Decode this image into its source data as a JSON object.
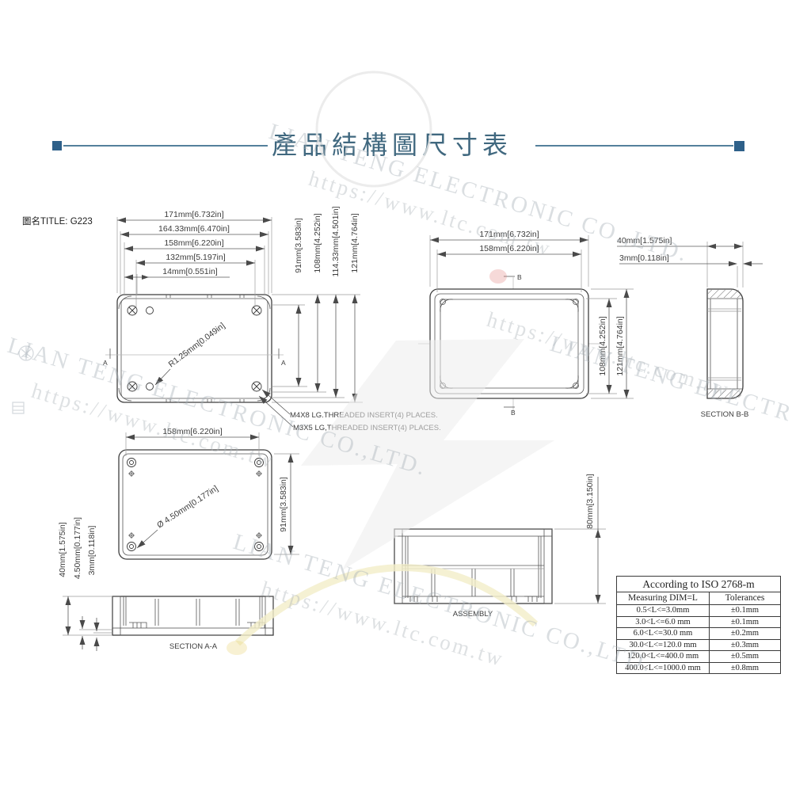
{
  "page_title": "產品結構圖尺寸表",
  "drawing_no": "圖名TITLE: G223",
  "watermark": {
    "company": "LIAN TENG ELECTRONIC CO.,LTD.",
    "url": "https://www.ltc.com.tw"
  },
  "top_view": {
    "h_dims": [
      "171mm[6.732in]",
      "164.33mm[6.470in]",
      "158mm[6.220in]",
      "132mm[5.197in]",
      "14mm[0.551in]"
    ],
    "v_dims": [
      "91mm[3.583in]",
      "108mm[4.252in]",
      "114.33mm[4.501in]",
      "121mm[4.764in]"
    ],
    "radius_note": "R1.25mm[0.049in]",
    "marker": "A",
    "note1": "M4X8 LG.THREADED INSERT(4) PLACES.",
    "note2": "M3X5 LG,THREADED INSERT(4) PLACES."
  },
  "lid_view": {
    "h_dims": [
      "171mm[6.732in]",
      "158mm[6.220in]"
    ],
    "v_dims": [
      "108mm[4.252in]",
      "121mm[4.764in]"
    ],
    "marker": "B"
  },
  "section_bb": {
    "label": "SECTION B-B",
    "width_dim": "40mm[1.575in]",
    "wall_dim": "3mm[0.118in]"
  },
  "bottom_view": {
    "h_dim": "158mm[6.220in]",
    "v_dim": "91mm[3.583in]",
    "hole_note": "Ø 4.50mm[0.177in]"
  },
  "section_aa": {
    "label": "SECTION A-A",
    "dims": [
      "40mm[1.575in]",
      "4.50mm[0.177in]",
      "3mm[0.118in]"
    ]
  },
  "assembly": {
    "label": "ASSEMBLY",
    "height_dim": "80mm[3.150in]"
  },
  "tolerance_table": {
    "title": "According to ISO 2768-m",
    "columns": [
      "Measuring  DIM=L",
      "Tolerances"
    ],
    "rows": [
      [
        "0.5<L<=3.0mm",
        "±0.1mm"
      ],
      [
        "3.0<L<=6.0 mm",
        "±0.1mm"
      ],
      [
        "6.0<L<=30.0 mm",
        "±0.2mm"
      ],
      [
        "30.0<L<=120.0 mm",
        "±0.3mm"
      ],
      [
        "120.0<L<=400.0 mm",
        "±0.5mm"
      ],
      [
        "400.0<L<=1000.0 mm",
        "±0.8mm"
      ]
    ]
  },
  "colors": {
    "accent": "#3f6b85",
    "line": "#3f3f3f",
    "dim": "#5a5a5a",
    "watermark": "#c7ccd1"
  }
}
